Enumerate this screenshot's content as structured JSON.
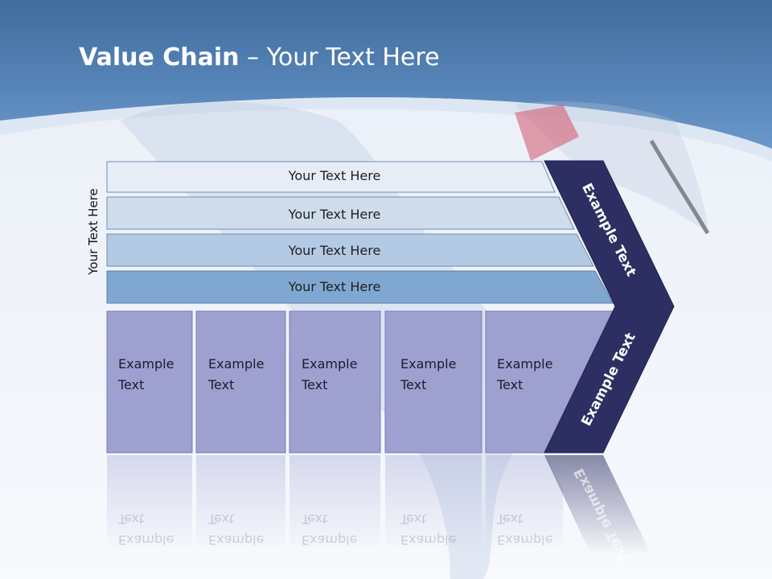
{
  "title": {
    "bold": "Value Chain",
    "rest": " – Your Text Here"
  },
  "side_label": "Your Text Here",
  "bars": [
    {
      "label": "Your Text Here"
    },
    {
      "label": "Your Text Here"
    },
    {
      "label": "Your Text Here"
    },
    {
      "label": "Your Text Here"
    }
  ],
  "cells": [
    {
      "line1": "Example",
      "line2": "Text"
    },
    {
      "line1": "Example",
      "line2": "Text"
    },
    {
      "line1": "Example",
      "line2": "Text"
    },
    {
      "line1": "Example",
      "line2": "Text"
    },
    {
      "line1": "Example",
      "line2": "Text"
    }
  ],
  "chevron": {
    "upper": "Example Text",
    "lower": "Example Text"
  },
  "colors": {
    "header": "#4f7fb3",
    "bar1": "#e6edf6",
    "bar2": "#cfdcec",
    "bar3": "#b4cae4",
    "bar4": "#7fa7d1",
    "cell": "#9ea0d0",
    "chevron": "#2d2f63"
  }
}
